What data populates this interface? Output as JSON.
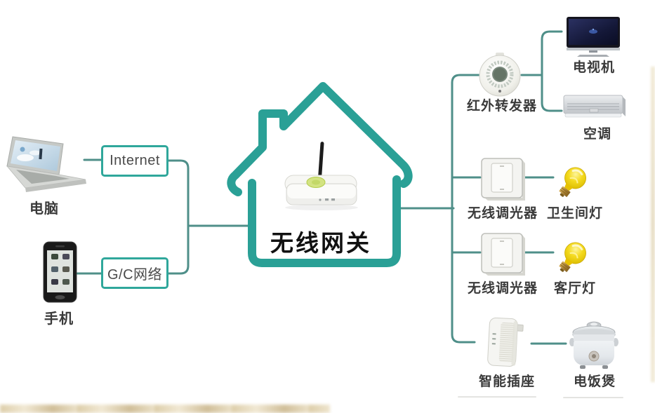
{
  "diagram": {
    "type": "smart-home-wireless-gateway-topology",
    "colors": {
      "house_outline": "#2aa096",
      "connector_line": "#4f8f89",
      "box_border": "#2fa79b",
      "label_text": "#3a3a3a",
      "gateway_label_text": "#111111",
      "bulb_yellow": "#f2d800"
    },
    "left": {
      "computer": {
        "icon": "laptop-icon",
        "label": "电脑"
      },
      "internet_box": {
        "label": "Internet"
      },
      "phone": {
        "icon": "smartphone-icon",
        "label": "手机"
      },
      "gc_network_box": {
        "label": "G/C网络"
      }
    },
    "center": {
      "house_icon": "house-outline",
      "gateway": {
        "icon": "wireless-router-icon",
        "label": "无线网关"
      }
    },
    "right": {
      "ir_repeater": {
        "icon": "ir-repeater-icon",
        "label": "红外转发器"
      },
      "tv": {
        "icon": "tv-icon",
        "label": "电视机"
      },
      "air_conditioner": {
        "icon": "air-conditioner-icon",
        "label": "空调"
      },
      "dimmer_top": {
        "icon": "wall-dimmer-icon",
        "label": "无线调光器"
      },
      "bathroom_light": {
        "icon": "light-bulb-icon",
        "label": "卫生间灯"
      },
      "dimmer_bottom": {
        "icon": "wall-dimmer-icon",
        "label": "无线调光器"
      },
      "living_room_light": {
        "icon": "light-bulb-icon",
        "label": "客厅灯"
      },
      "smart_socket": {
        "icon": "smart-plug-icon",
        "label": "智能插座"
      },
      "rice_cooker": {
        "icon": "rice-cooker-icon",
        "label": "电饭煲"
      }
    }
  }
}
